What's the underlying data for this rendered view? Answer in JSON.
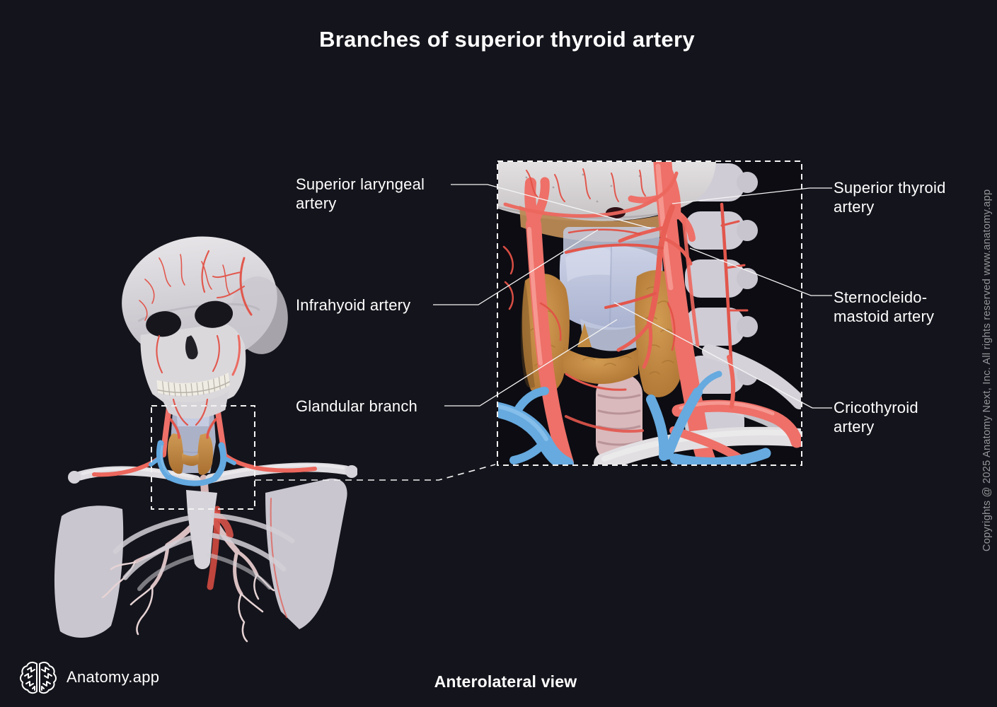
{
  "title": "Branches of superior thyroid artery",
  "caption": "Anterolateral view",
  "brand": {
    "name": "Anatomy.app",
    "logo_icon": "brain-icon"
  },
  "copyright_notice": "Copyrights @ 2025 Anatomy Next, Inc. All rights reserved www.anatomy.app",
  "labels": {
    "left": [
      {
        "line1": "Superior laryngeal",
        "line2": "artery"
      },
      {
        "line1": "Infrahyoid artery",
        "line2": ""
      },
      {
        "line1": "Glandular branch",
        "line2": ""
      }
    ],
    "right": [
      {
        "line1": "Superior thyroid",
        "line2": "artery"
      },
      {
        "line1": "Sternocleido-",
        "line2": "mastoid artery"
      },
      {
        "line1": "Cricothyroid",
        "line2": "artery"
      }
    ]
  },
  "colors": {
    "background": "#14141c",
    "panel_background": "#0c0c12",
    "text": "#ffffff",
    "muted_text": "#95959b",
    "leader_line": "#f5f5f5",
    "artery": "#ee7068",
    "artery_dark": "#e2564c",
    "artery_light": "#f7a29b",
    "vein": "#66aadf",
    "vein_light": "#93c6ee",
    "bone": "#d9d6da",
    "bone_light": "#e8e6e9",
    "cartilage": "#b6bedb",
    "gland": "#c5883f",
    "gland_dark": "#a06c2a",
    "trachea": "#d9b9bc"
  }
}
